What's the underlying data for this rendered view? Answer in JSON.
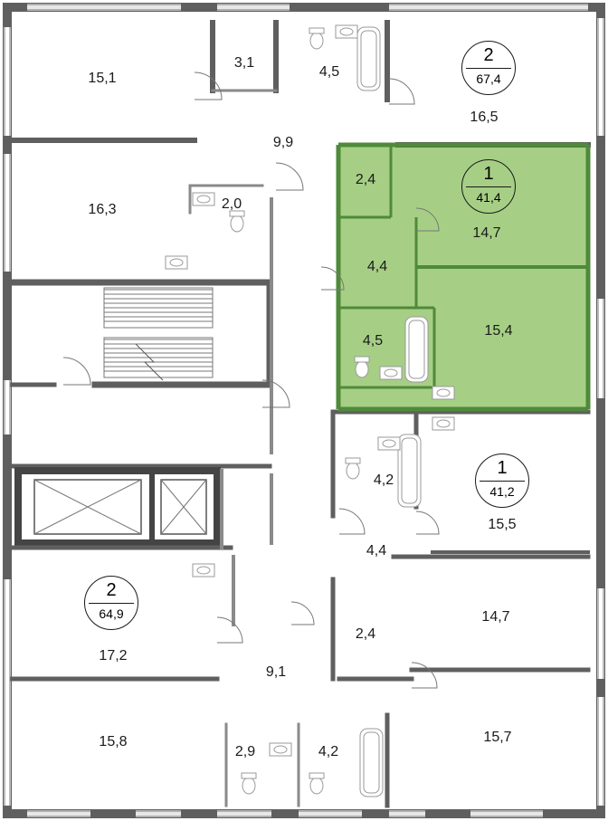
{
  "colors": {
    "wall": "#5f5f5f",
    "thin_wall": "#8a8a8a",
    "selected_fill": "#a6cf85",
    "selected_wall": "#4f8a3a",
    "window": "#444444",
    "fixture": "#9a9a9a"
  },
  "apartments": [
    {
      "id": "apt-top-right",
      "rooms": "2",
      "area": "67,4",
      "selected": false
    },
    {
      "id": "apt-selected",
      "rooms": "1",
      "area": "41,4",
      "selected": true
    },
    {
      "id": "apt-mid-right",
      "rooms": "1",
      "area": "41,2",
      "selected": false
    },
    {
      "id": "apt-bottom-left",
      "rooms": "2",
      "area": "64,9",
      "selected": false
    }
  ],
  "room_labels": {
    "r1": "15,1",
    "r2": "3,1",
    "r3": "4,5",
    "r4": "16,5",
    "r5": "9,9",
    "r6": "16,3",
    "r7": "2,0",
    "r8": "2,4",
    "r9": "14,7",
    "r10": "4,4",
    "r11": "4,5",
    "r12": "15,4",
    "r13": "4,2",
    "r14": "15,5",
    "r15": "4,4",
    "r16": "14,7",
    "r17": "2,4",
    "r18": "17,2",
    "r19": "9,1",
    "r20": "15,8",
    "r21": "2,9",
    "r22": "4,2",
    "r23": "15,7"
  },
  "icons": [
    "stair-icon",
    "elevator-icon",
    "bathtub-icon",
    "toilet-icon",
    "sink-icon",
    "door-swing-icon"
  ]
}
